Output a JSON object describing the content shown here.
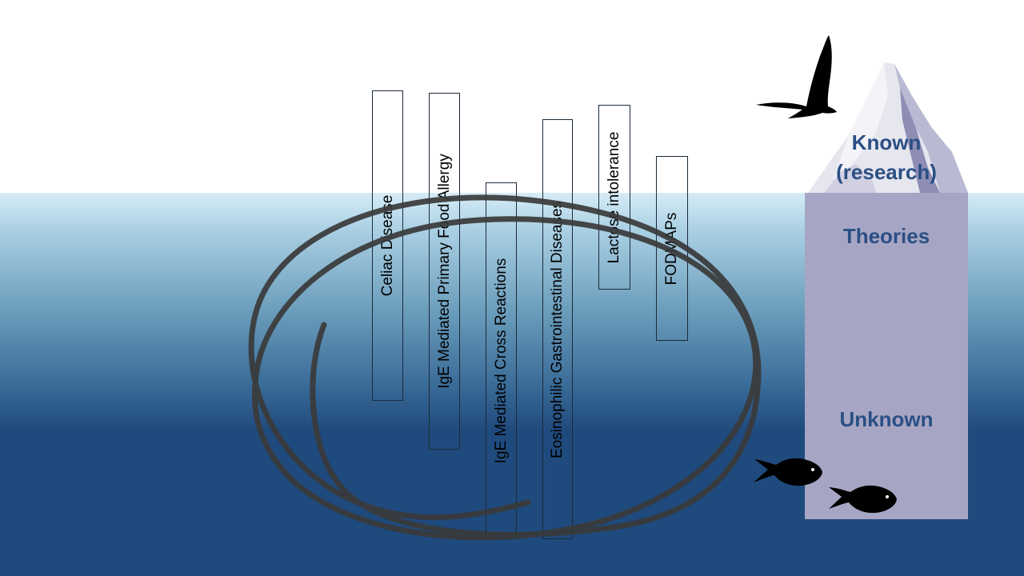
{
  "iceberg": {
    "known": "Known",
    "known_sub": "(research)",
    "theories": "Theories",
    "unknown": "Unknown"
  },
  "topics": [
    "Celiac Disease",
    "IgE Mediated Primary Food Allergy",
    "IgE Mediated Cross Reactions",
    "Eosinophilic Gastrointestinal Diseases",
    "Lactose intolerance",
    "FODMAPs"
  ],
  "colors": {
    "sea_deep": "#1f4a7d",
    "sea_surface": "#d6ecf7",
    "iceberg": "#a6a6c4",
    "label_text": "#2b4f84",
    "scribble": "#3a3a3a"
  },
  "icons": [
    "bird-icon",
    "fish-icon",
    "fish-icon",
    "iceberg-peak-icon",
    "scribble-loop-icon"
  ]
}
